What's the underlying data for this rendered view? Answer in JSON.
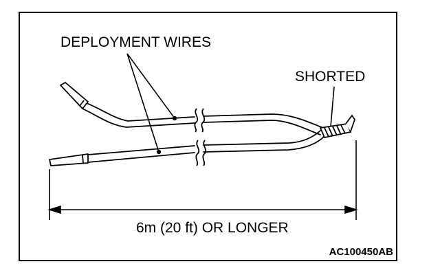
{
  "labels": {
    "deployment_wires": "DEPLOYMENT WIRES",
    "shorted": "SHORTED",
    "length": "6m (20 ft) OR LONGER",
    "figure_id": "AC100450AB"
  },
  "colors": {
    "line": "#000000",
    "background": "#ffffff"
  }
}
